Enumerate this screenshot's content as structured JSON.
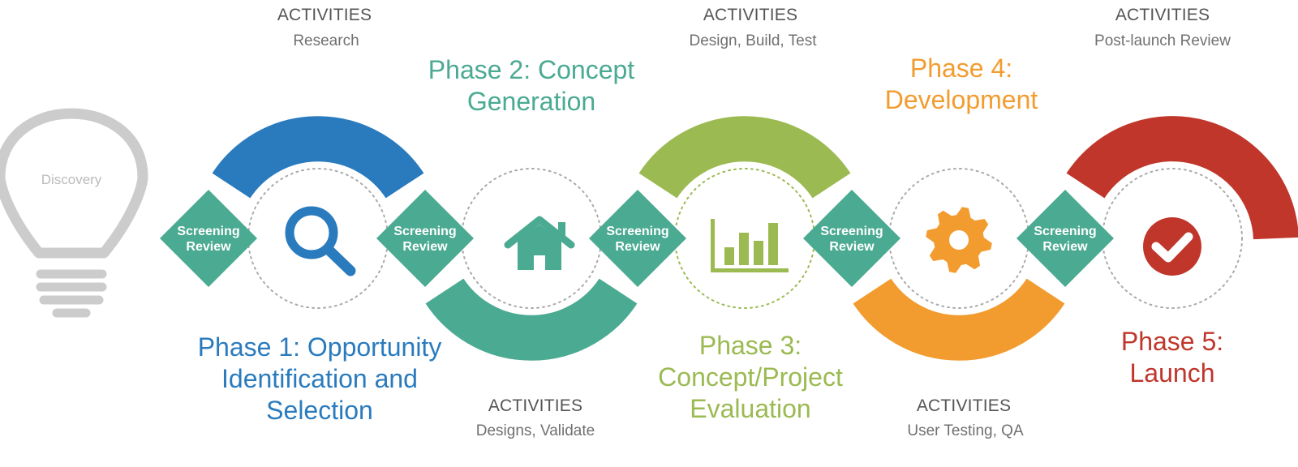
{
  "colors": {
    "phase1_blue": "#2A7BBE",
    "teal": "#4BAA92",
    "phase3_green": "#9BBA52",
    "phase4_orange": "#F29C30",
    "phase5_red": "#C0362B",
    "bulb_gray": "#CCCCCC",
    "activities_text": "#555555"
  },
  "discovery": {
    "label": "Discovery",
    "icon": "lightbulb-icon"
  },
  "screening_reviews": [
    {
      "label": "Screening Review"
    },
    {
      "label": "Screening Review"
    },
    {
      "label": "Screening Review"
    },
    {
      "label": "Screening Review"
    },
    {
      "label": "Screening Review"
    }
  ],
  "phases": [
    {
      "title": "Phase 1: Opportunity Identification and Selection",
      "icon": "magnifying-glass-icon",
      "activities_heading": "ACTIVITIES",
      "activities": "Research"
    },
    {
      "title": "Phase 2: Concept Generation",
      "icon": "house-icon",
      "activities_heading": "ACTIVITIES",
      "activities": "Designs, Validate"
    },
    {
      "title": "Phase 3: Concept/Project Evaluation",
      "icon": "bar-chart-icon",
      "activities_heading": "ACTIVITIES",
      "activities": "Design, Build, Test"
    },
    {
      "title": "Phase 4: Development",
      "icon": "gear-icon",
      "activities_heading": "ACTIVITIES",
      "activities": "User Testing, QA"
    },
    {
      "title": "Phase 5: Launch",
      "icon": "checkmark-circle-icon",
      "activities_heading": "ACTIVITIES",
      "activities": "Post-launch Review"
    }
  ]
}
